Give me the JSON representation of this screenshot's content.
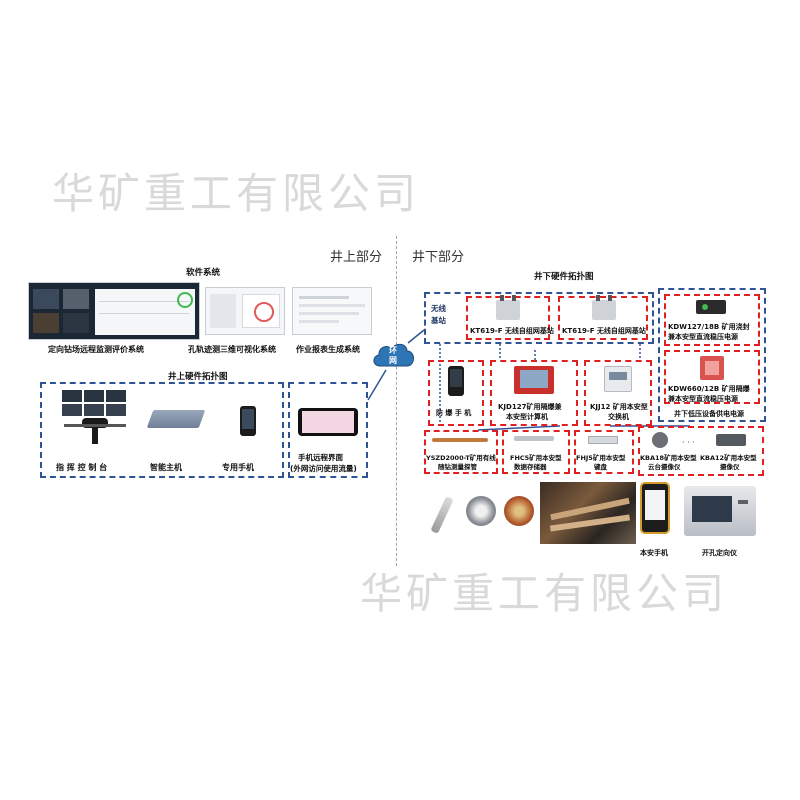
{
  "watermark": "华矿重工有限公司",
  "sections": {
    "above": "井上部分",
    "below": "井下部分"
  },
  "software": {
    "title": "软件系统",
    "items": [
      "定向钻场远程监测评价系统",
      "孔轨迹测三维可视化系统",
      "作业报表生成系统"
    ]
  },
  "above_hw": {
    "title": "井上硬件拓扑图",
    "items": [
      "指 挥 控 制 台",
      "智能主机",
      "专用手机"
    ],
    "phone_ui_line1": "手机远程界面",
    "phone_ui_line2": "(外网访问使用流量)"
  },
  "ring": {
    "line1": "环",
    "line2": "网"
  },
  "below_hw": {
    "title": "井下硬件拓扑图",
    "wireless_label_1": "无线",
    "wireless_label_2": "基站",
    "base1": "KT619-F 无线自组网基站",
    "base2": "KT619-F 无线自组网基站",
    "phone": "防 爆 手 机",
    "kjd_1": "KJD127矿用隔爆兼",
    "kjd_2": "本安型计算机",
    "kjj_1": "KJJ12 矿用本安型",
    "kjj_2": "交换机",
    "kdw1_1": "KDW127/18B 矿用浇封",
    "kdw1_2": "兼本安型直流稳压电源",
    "kdw2_1": "KDW660/12B 矿用隔爆",
    "kdw2_2": "兼本安型直流稳压电源",
    "power_caption": "井下低压设备供电电源",
    "yszd_1": "YSZD2000-T矿用有线",
    "yszd_2": "随钻测量探管",
    "fhc_1": "FHC5矿用本安型",
    "fhc_2": "数据存储器",
    "fhj_1": "FHJ5矿用本安型",
    "fhj_2": "键盘",
    "kba18_1": "KBA18矿用本安型",
    "kba18_2": "云台摄像仪",
    "kba12_1": "KBA12矿用本安型",
    "kba12_2": "摄像仪",
    "safe_phone": "本安手机",
    "locator": "开孔定向仪"
  },
  "colors": {
    "blue_dash": "#2f5496",
    "red_dash": "#e02020",
    "ring_fill": "#2e75b6"
  }
}
